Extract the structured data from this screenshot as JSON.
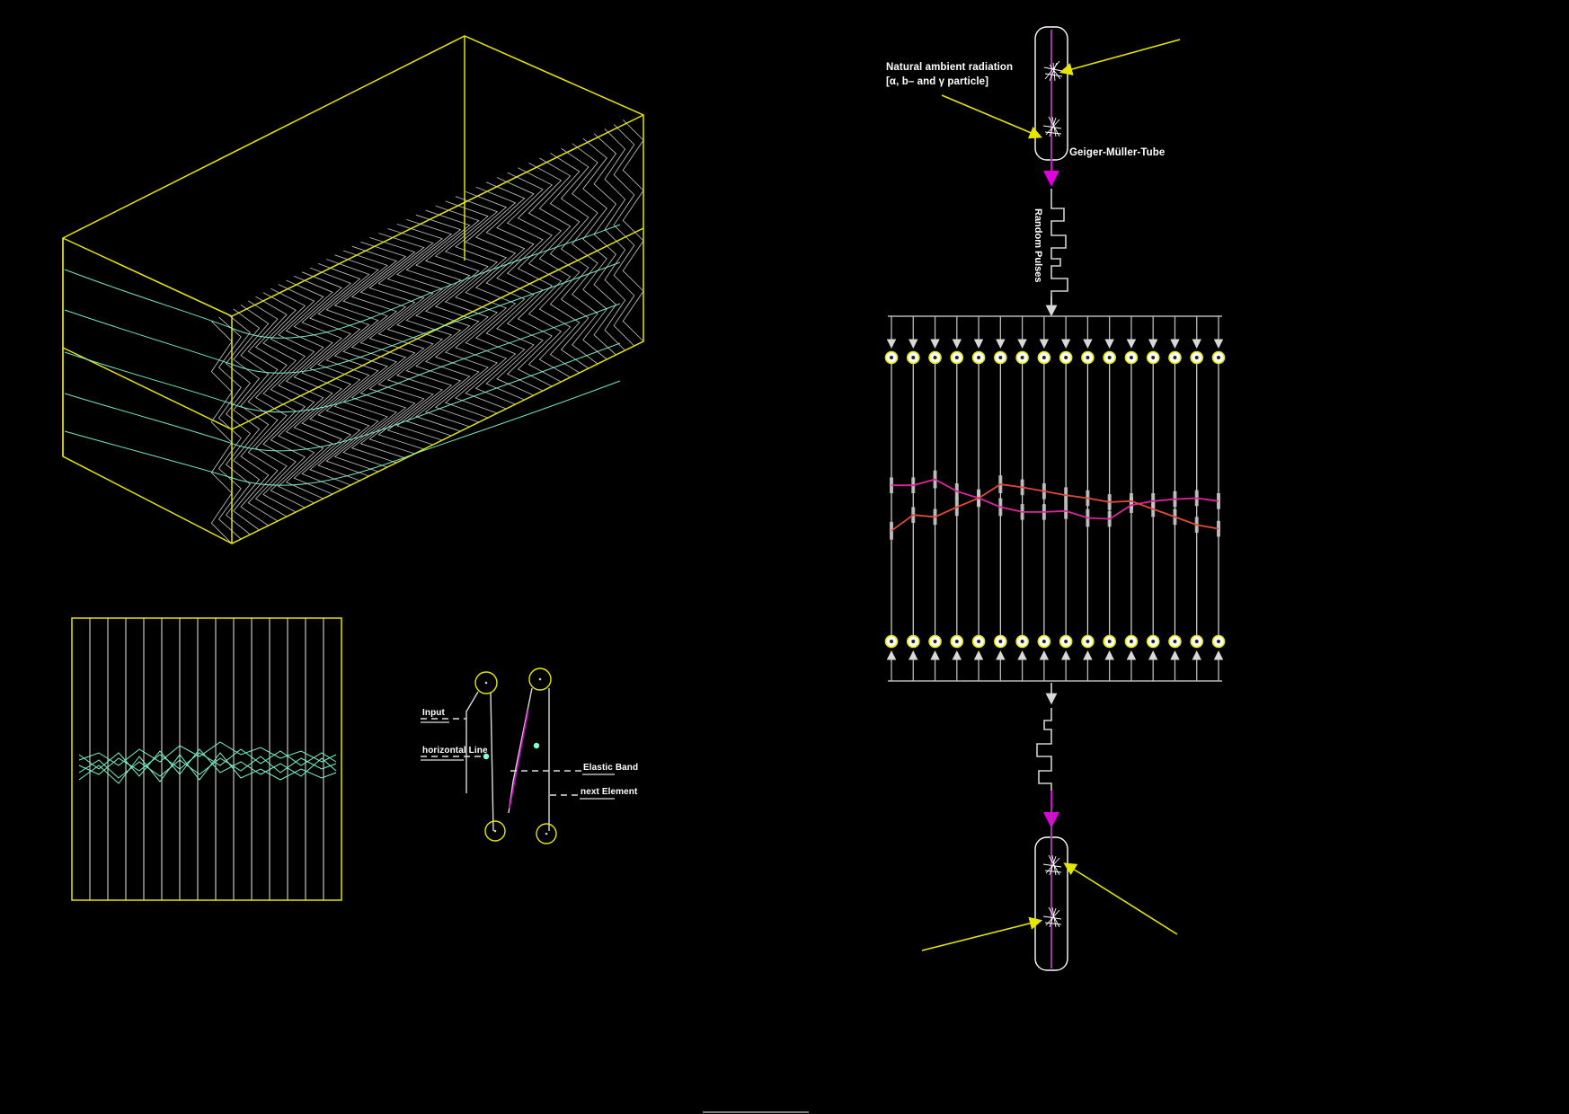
{
  "meta": {
    "background": "#000000",
    "accent_yellow": "#e6e600",
    "accent_magenta": "#cc00cc",
    "accent_cyan": "#7fffd4",
    "accent_red": "#e04a3a",
    "accent_pink": "#e0249e",
    "wire_grey": "#b8b8b8",
    "white": "#ffffff"
  },
  "annotations": {
    "natural_radiation_line1": "Natural ambient radiation",
    "natural_radiation_line2": "[α, b– and γ particle]",
    "geiger_tube": "Geiger-Müller-Tube",
    "random_pulses": "Random Pulses",
    "input": "Input",
    "horizontal_line": "horizontal Line",
    "elastic_band": "Elastic Band",
    "next_element": "next Element"
  },
  "chart_data": {
    "type": "line",
    "title": "",
    "xlabel": "",
    "ylabel": "",
    "grid": true,
    "legend_position": "none",
    "x": [
      1,
      2,
      3,
      4,
      5,
      6,
      7,
      8,
      9,
      10,
      11,
      12,
      13,
      14,
      15,
      16
    ],
    "xlim": [
      1,
      16
    ],
    "ylim": [
      0,
      100
    ],
    "error_bars": true,
    "series": [
      {
        "name": "magenta",
        "color": "#e0249e",
        "values": [
          68,
          68,
          74,
          62,
          55,
          46,
          41,
          41,
          42,
          35,
          34,
          48,
          52,
          54,
          55,
          52
        ],
        "errors": [
          8,
          8,
          9,
          8,
          9,
          9,
          8,
          8,
          8,
          9,
          8,
          8,
          8,
          8,
          8,
          8
        ]
      },
      {
        "name": "red",
        "color": "#e04a3a",
        "values": [
          22,
          38,
          36,
          46,
          55,
          69,
          66,
          62,
          58,
          55,
          51,
          52,
          44,
          36,
          28,
          24
        ],
        "errors": [
          9,
          8,
          8,
          9,
          8,
          9,
          8,
          8,
          8,
          8,
          8,
          8,
          8,
          8,
          8,
          8
        ]
      }
    ]
  },
  "surface_plot": {
    "type": "surface",
    "description": "3D isometric box containing dense vertical sawtooth waveform ribbons with cyan contour lines",
    "box_color": "#e6e600",
    "wave_color": "#cfcfcf",
    "contour_color": "#7fffd4",
    "ribbon_count": 46,
    "contour_count": 5
  },
  "flat_plot": {
    "type": "line",
    "description": "2D top view: yellow framed panel with vertical grid lines and cyan overlapping traces",
    "frame_color": "#e6e600",
    "grid_count": 14,
    "trace_color": "#7fffd4",
    "trace_count": 5
  },
  "array": {
    "node_count": 16,
    "top_arrow_direction": "down",
    "bottom_arrow_direction": "up",
    "node_color": "#e6e600",
    "node_fill": "#ffffff"
  },
  "pulse_train": {
    "label": "Random Pulses",
    "pulse_count_top": 4,
    "pulse_count_bottom": 4
  }
}
